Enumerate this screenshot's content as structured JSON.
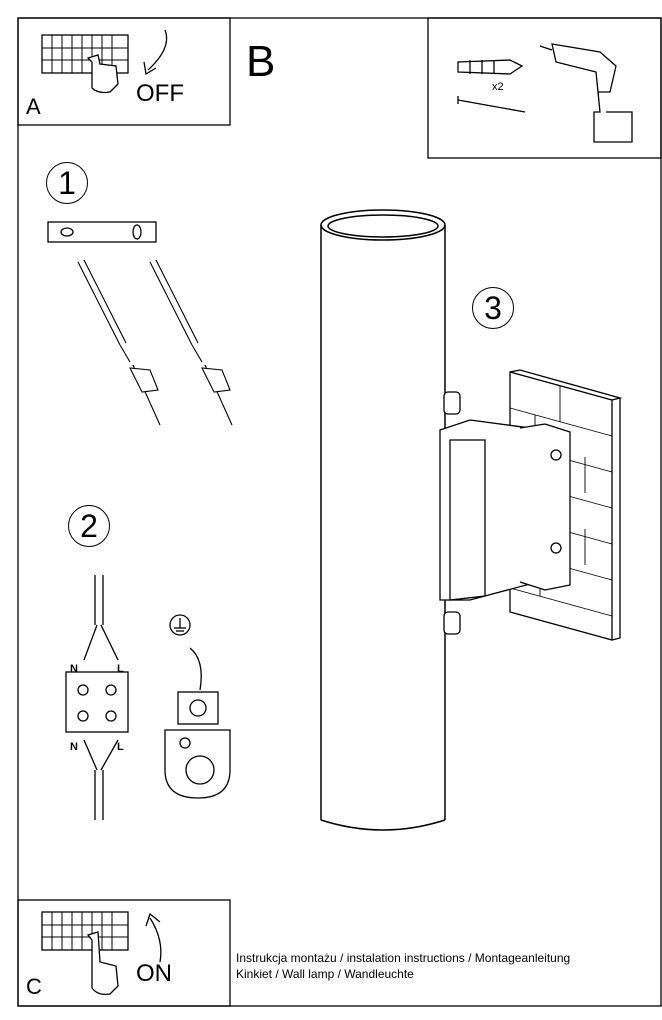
{
  "panels": {
    "a": {
      "letter": "A",
      "text": "OFF"
    },
    "b": {
      "letter": "B"
    },
    "c": {
      "letter": "C",
      "text": "ON"
    }
  },
  "tools": {
    "quantity": "x2"
  },
  "steps": [
    "1",
    "2",
    "3"
  ],
  "wiring": {
    "top_n": "N",
    "top_l": "L",
    "bottom_n": "N",
    "bottom_l": "L"
  },
  "footer": {
    "line1": "Instrukcja montażu / instalation instructions / Montageanleitung",
    "line2": "Kinkiet / Wall lamp / Wandleuchte"
  }
}
